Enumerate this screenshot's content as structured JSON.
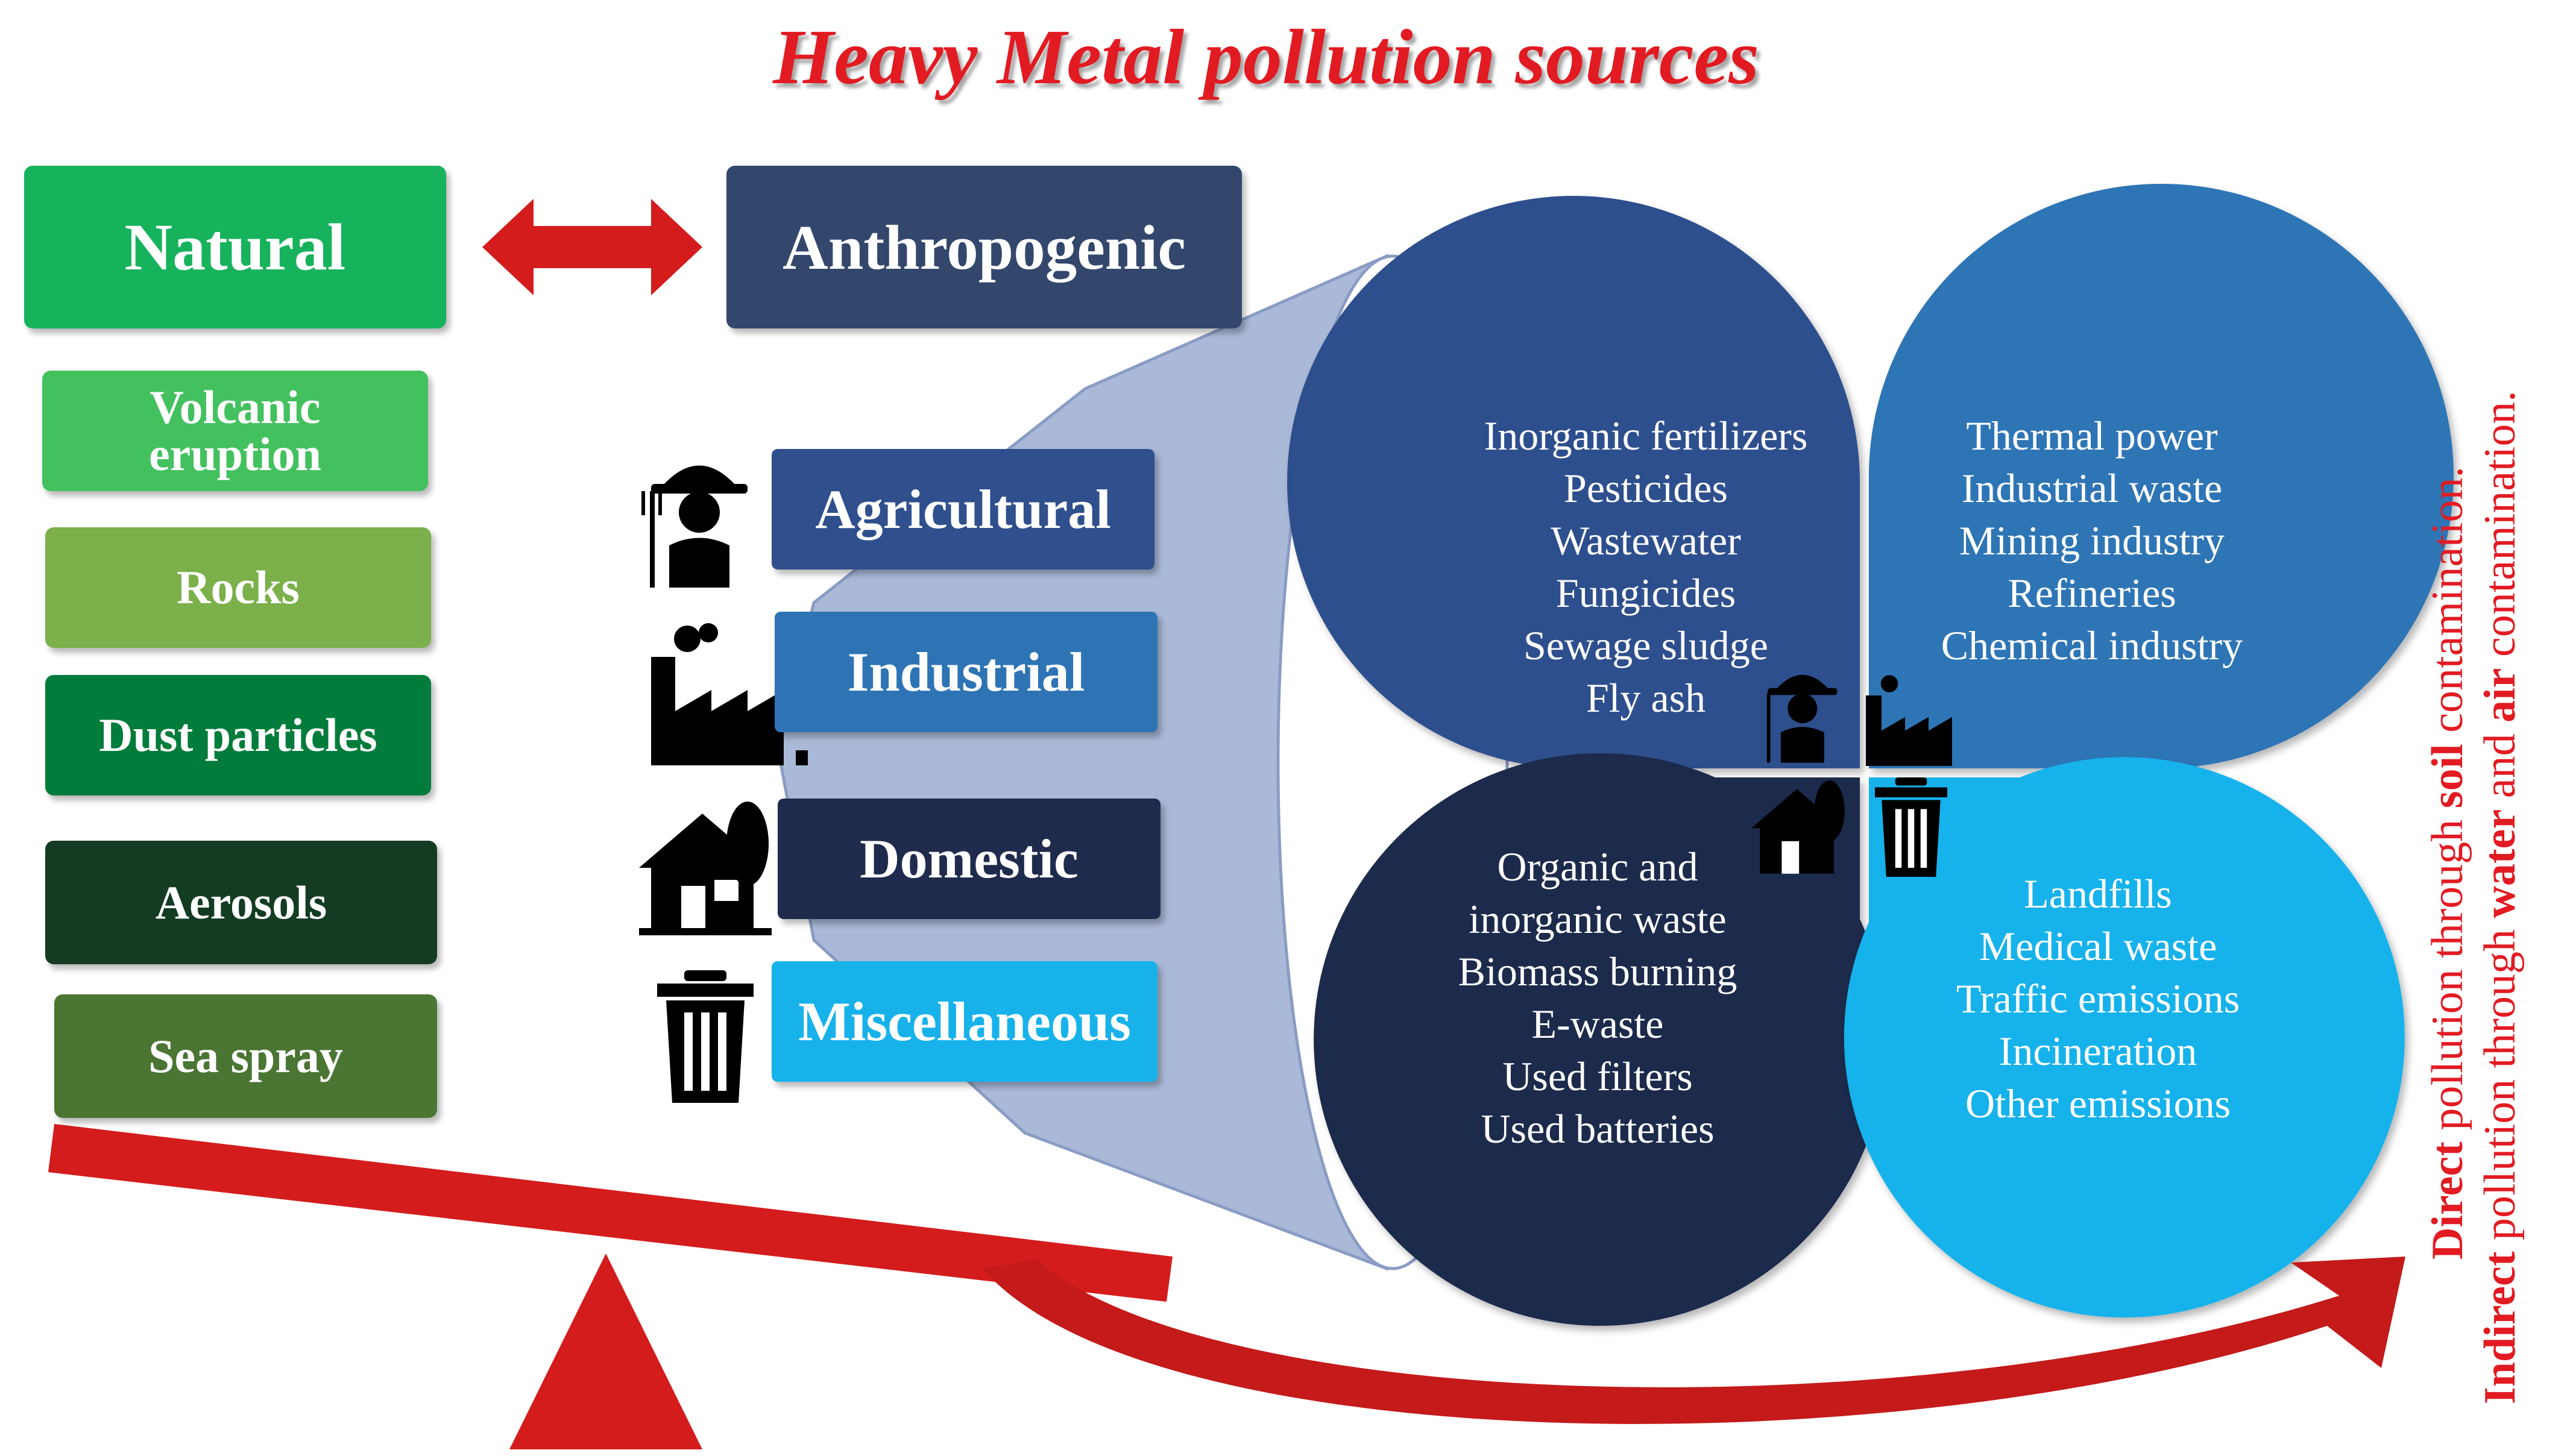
{
  "title": "Heavy Metal pollution sources",
  "natural": {
    "heading": "Natural",
    "items": [
      "Volcanic\neruption",
      "Rocks",
      "Dust particles",
      "Aerosols",
      "Sea spray"
    ]
  },
  "anthropogenic": {
    "heading": "Anthropogenic",
    "categories": [
      {
        "label": "Agricultural",
        "icon": "farmer-icon"
      },
      {
        "label": "Industrial",
        "icon": "factory-icon"
      },
      {
        "label": "Domestic",
        "icon": "house-icon"
      },
      {
        "label": "Miscellaneous",
        "icon": "trash-can-icon"
      }
    ]
  },
  "petals": {
    "agricultural": [
      "Inorganic fertilizers",
      "Pesticides",
      "Wastewater",
      "Fungicides",
      "Sewage sludge",
      "Fly ash"
    ],
    "industrial": [
      "Thermal power",
      "Industrial waste",
      "Mining industry",
      "Refineries",
      "Chemical industry"
    ],
    "domestic": [
      "Organic and",
      "inorganic waste",
      "Biomass burning",
      "E-waste",
      "Used filters",
      "Used batteries"
    ],
    "miscellaneous": [
      "Landfills",
      "Medical waste",
      "Traffic emissions",
      "Incineration",
      "Other emissions"
    ]
  },
  "pathways": {
    "direct": {
      "bold": "Direct",
      "text1": " pollution through ",
      "bold2": "soil",
      "text2": " contamination."
    },
    "indirect": {
      "bold": "Indirect",
      "text1": " pollution through ",
      "bold2": "water",
      "text2": " and ",
      "bold3": "air",
      "text3": " contamination."
    }
  },
  "colors": {
    "title_red": "#e21b22",
    "natural_green": "#17b35c",
    "anthropogenic_navy": "#33476d",
    "agricultural": "#2f4f8d",
    "industrial": "#2e74b5",
    "domestic": "#1f2b4c",
    "miscellaneous": "#18b2eb"
  }
}
